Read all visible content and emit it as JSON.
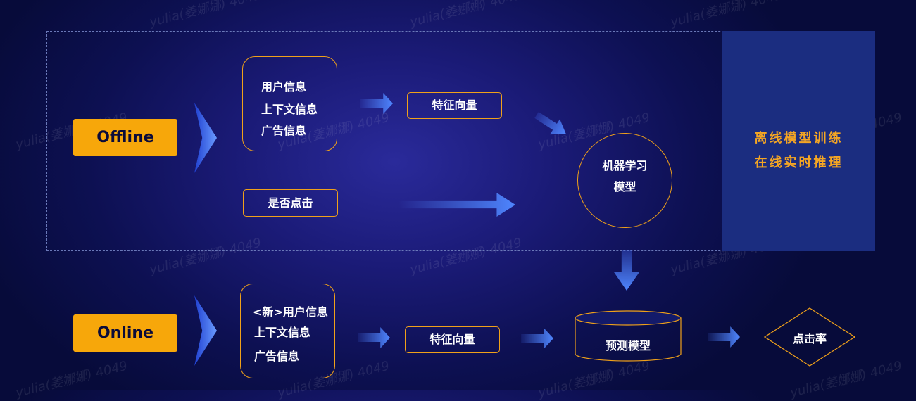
{
  "offline": {
    "mode_label": "Offline",
    "inputs": [
      "用户信息",
      "上下文信息",
      "广告信息"
    ],
    "feature_vector": "特征向量",
    "label": "是否点击",
    "model": [
      "机器学习",
      "模型"
    ]
  },
  "online": {
    "mode_label": "Online",
    "inputs": [
      "<新>用户信息",
      "上下文信息",
      "广告信息"
    ],
    "feature_vector": "特征向量",
    "prediction_model": "预测模型",
    "output": "点击率"
  },
  "side_panel": {
    "line1": "离线模型训练",
    "line2": "在线实时推理"
  },
  "watermark": "yulia(姜娜娜) 4049",
  "colors": {
    "accent_orange": "#f7a70a",
    "box_border": "#f0a11a",
    "arrow_blue": "#4f86ff",
    "panel_blue": "#1b2d80"
  }
}
